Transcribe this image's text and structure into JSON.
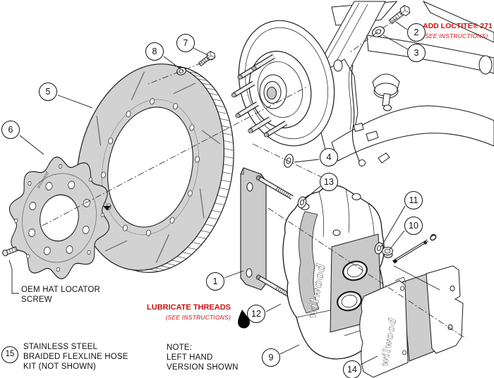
{
  "document": {
    "kind": "exploded-brake-assembly-diagram"
  },
  "callouts": {
    "c1": "1",
    "c2": "2",
    "c3": "3",
    "c4": "4",
    "c5": "5",
    "c6": "6",
    "c7": "7",
    "c8": "8",
    "c9": "9",
    "c10": "10",
    "c11": "11",
    "c12": "12",
    "c13": "13",
    "c14": "14",
    "c15": "15"
  },
  "labels": {
    "loctite": {
      "title": "ADD LOCTITE® 271",
      "sub": "(SEE INSTRUCTIONS)"
    },
    "lubricate": {
      "title": "LUBRICATE THREADS",
      "sub": "(SEE INSTRUCTIONS)"
    },
    "oem_screw": {
      "line1": "OEM HAT LOCATOR",
      "line2": "SCREW"
    },
    "hose_kit": {
      "line1": "STAINLESS STEEL",
      "line2": "BRAIDED FLEXLINE HOSE",
      "line3": "KIT (NOT SHOWN)"
    },
    "note": {
      "line1": "NOTE:",
      "line2": "LEFT HAND",
      "line3": "VERSION SHOWN"
    }
  },
  "branding": {
    "caliper_logo": "wilwood",
    "pad_logo": "wilwood",
    "hat_logo": "wilwood"
  },
  "colors": {
    "annotation_red": "#cc1212",
    "shade_gray": "#d2d2d2",
    "line": "#1a1a1a"
  }
}
